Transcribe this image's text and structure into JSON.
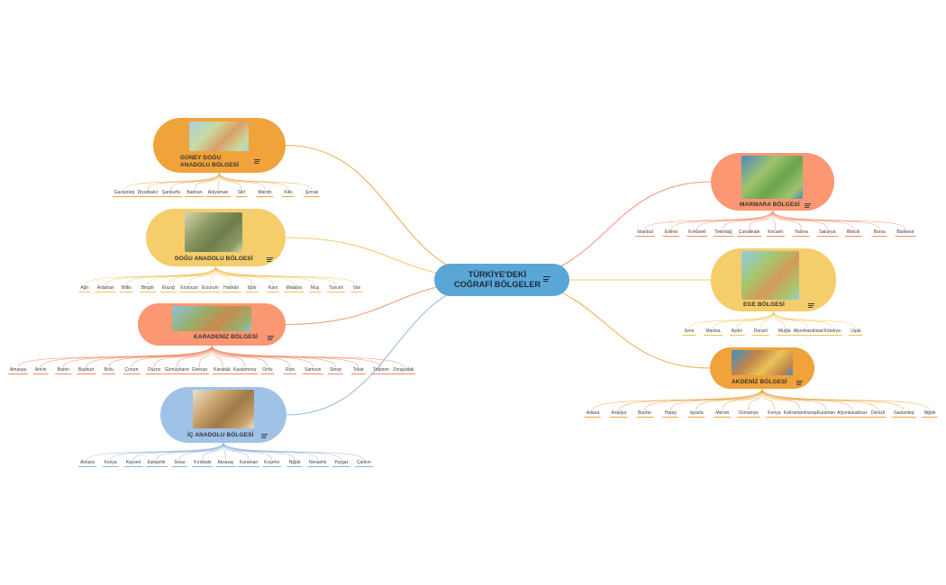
{
  "center": {
    "title_line1": "TÜRKİYE'DEKİ",
    "title_line2": "COĞRAFİ BÖLGELER",
    "color": "#5aa6d6"
  },
  "regions": [
    {
      "id": "guneydogu",
      "title": "GÜNEY DOĞU ANADOLU BÖLGESİ",
      "color": "#f0a23b",
      "line": "#f0a23b",
      "map": {
        "land": "#c9d9a0",
        "sea": "#a8cfe3",
        "accent": "#d9a067"
      },
      "cities": [
        "Gaziantep",
        "Diyarbakır",
        "Şanlıurfa",
        "Batman",
        "Adıyaman",
        "Siirt",
        "Mardin",
        "Kilis",
        "Şırnak"
      ]
    },
    {
      "id": "dogu",
      "title": "DOĞU ANADOLU BÖLGESİ",
      "color": "#f5cd6a",
      "line": "#f2c24f",
      "map": {
        "land": "#8a9a63",
        "sea": "#d8d3b0",
        "accent": "#6e7d4b"
      },
      "cities": [
        "Ağrı",
        "Ardahan",
        "Bitlis",
        "Bingöl",
        "Elazığ",
        "Erzincan",
        "Erzurum",
        "Hakkâri",
        "Iğdır",
        "Kars",
        "Malatya",
        "Muş",
        "Tunceli",
        "Van"
      ]
    },
    {
      "id": "karadeniz",
      "title": "KARADENİZ BÖLGESİ",
      "color": "#fb9772",
      "line": "#f48862",
      "map": {
        "land": "#97b06a",
        "sea": "#8fc1d9",
        "accent": "#c78a4f"
      },
      "cities": [
        "Amasya",
        "Artvin",
        "Bartın",
        "Bayburt",
        "Bolu",
        "Çorum",
        "Düzce",
        "Gümüşhane",
        "Giresun",
        "Karabük",
        "Kastamonu",
        "Ordu",
        "Rize",
        "Samsun",
        "Sinop",
        "Tokat",
        "Trabzon",
        "Zonguldak"
      ]
    },
    {
      "id": "ic",
      "title": "İÇ ANADOLU BÖLGESİ",
      "color": "#9fc3e6",
      "line": "#8db4dc",
      "map": {
        "land": "#c9a06a",
        "sea": "#e9e2cf",
        "accent": "#9c7a48"
      },
      "cities": [
        "Ankara",
        "Konya",
        "Kayseri",
        "Eskişehir",
        "Sivas",
        "Kırıkkale",
        "Aksaray",
        "Karaman",
        "Kırşehir",
        "Niğde",
        "Nevşehir",
        "Yozgat",
        "Çankırı"
      ]
    },
    {
      "id": "marmara",
      "title": "MARMARA BÖLGESİ",
      "color": "#fb9772",
      "line": "#f48862",
      "map": {
        "land": "#9cc46e",
        "sea": "#4f89bf",
        "accent": "#6aa34c"
      },
      "cities": [
        "İstanbul",
        "Edirne",
        "Kırklareli",
        "Tekirdağ",
        "Çanakkale",
        "Kocaeli",
        "Yalova",
        "Sakarya",
        "Bilecik",
        "Bursa",
        "Balıkesir"
      ]
    },
    {
      "id": "ege",
      "title": "EGE BÖLGESİ",
      "color": "#f5cd6a",
      "line": "#f2c24f",
      "map": {
        "land": "#a7c66f",
        "sea": "#8ecde6",
        "accent": "#d39a5a"
      },
      "cities": [
        "İzmir",
        "Manisa",
        "Aydın",
        "Denizli",
        "Muğla",
        "Afyonkarahisar",
        "Kütahya",
        "Uşak"
      ]
    },
    {
      "id": "akdeniz",
      "title": "AKDENİZ BÖLGESİ",
      "color": "#f0a23b",
      "line": "#f0a23b",
      "map": {
        "land": "#c4844a",
        "sea": "#3d8fc9",
        "accent": "#e8c35a"
      },
      "cities": [
        "Adana",
        "Antalya",
        "Burdur",
        "Hatay",
        "Isparta",
        "Mersin",
        "Osmaniye",
        "Konya",
        "Kahramanmaraş",
        "Karaman",
        "Afyonkarahisar",
        "Denizli",
        "Gaziantep",
        "Niğde"
      ]
    }
  ]
}
